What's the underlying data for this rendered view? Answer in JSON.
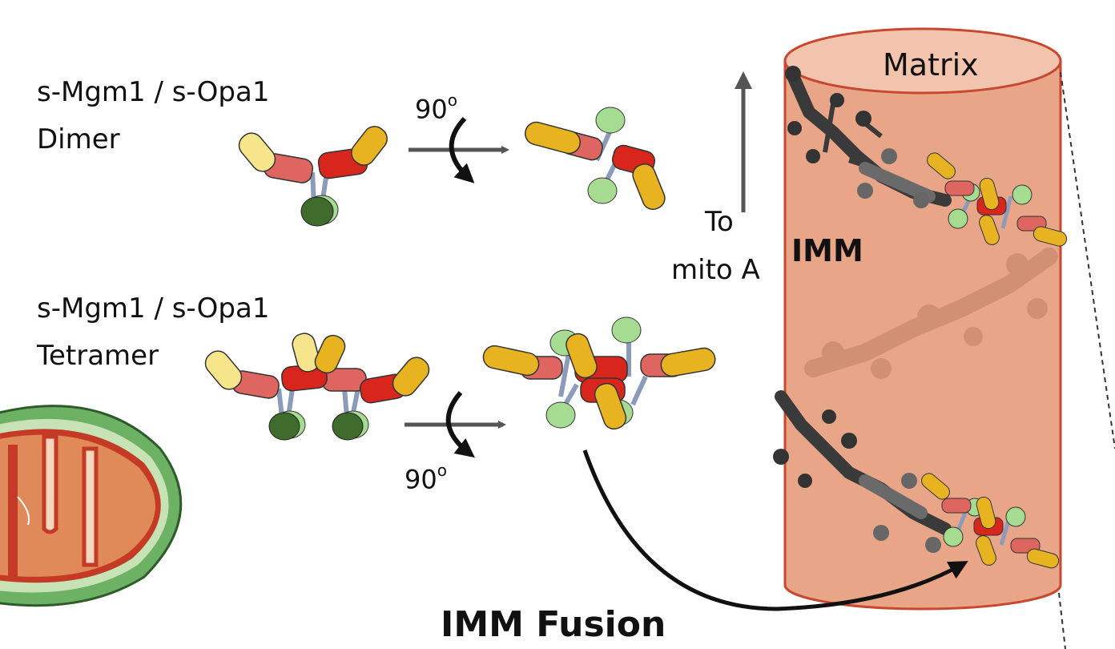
{
  "labels": {
    "dimer_line1": "s-Mgm1 / s-Opa1",
    "dimer_line2": "Dimer",
    "tetramer_line1": "s-Mgm1 / s-Opa1",
    "tetramer_line2": "Tetramer",
    "rotation_top": "90",
    "rotation_bottom": "90",
    "degree_symbol": "o",
    "to_line1": "To",
    "to_line2": "mito A",
    "membrane": "IMM",
    "matrix": "Matrix",
    "title": "IMM Fusion"
  },
  "colors": {
    "membrane_fill": "#e8a587",
    "membrane_stroke": "#c8482f",
    "matrix_cap": "#f2c4ad",
    "yellow": "#e8b320",
    "pale_yellow": "#f6e58a",
    "red": "#d8261c",
    "salmon": "#df6660",
    "light_green": "#a6dc92",
    "dark_green": "#3f6b2c",
    "stalk": "#9aa7c0",
    "gray_dark": "#3e3e3e",
    "gray_mid": "#6d6d6d",
    "arrow_gray": "#555555",
    "mito_outer": "#5fa85a",
    "mito_inner": "#e08a5a"
  }
}
